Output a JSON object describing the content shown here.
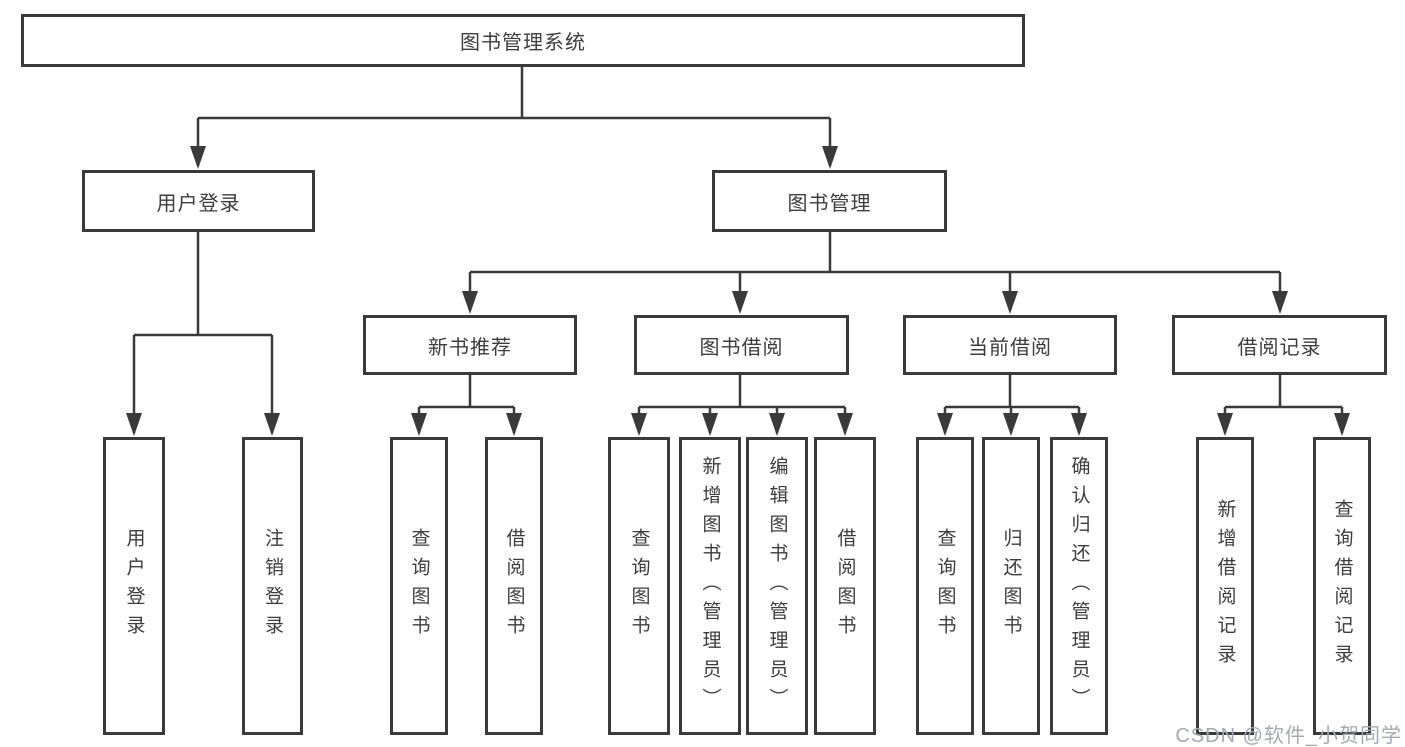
{
  "diagram": {
    "title": "图书管理系统",
    "level2": [
      "用户登录",
      "图书管理"
    ],
    "level3": [
      "新书推荐",
      "图书借阅",
      "当前借阅",
      "借阅记录"
    ],
    "leaves_login": [
      "用户登录",
      "注销登录"
    ],
    "leaves_newbook": [
      "查询图书",
      "借阅图书"
    ],
    "leaves_borrow": [
      "查询图书",
      "新增图书（管理员）",
      "编辑图书（管理员）",
      "借阅图书"
    ],
    "leaves_current": [
      "查询图书",
      "归还图书",
      "确认归还（管理员）"
    ],
    "leaves_records": [
      "新增借阅记录",
      "查询借阅记录"
    ]
  },
  "watermark": "CSDN @软件_小贺同学",
  "colors": {
    "line": "#3a3a3a",
    "text": "#3d3d3d",
    "watermark": "#a6a9b0",
    "background": "#ffffff"
  }
}
